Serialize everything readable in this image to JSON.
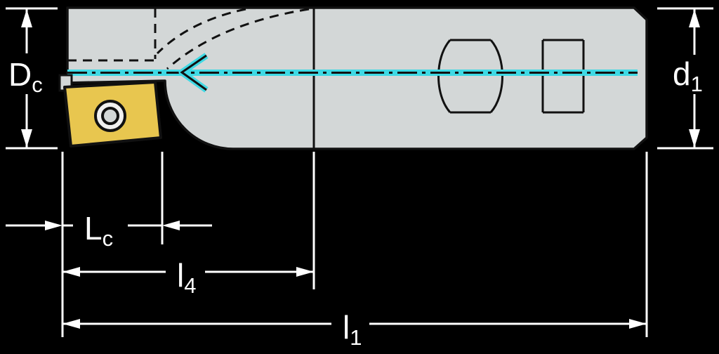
{
  "diagram_title": "milling-cutter-dimension-drawing",
  "labels": {
    "dc": {
      "main": "D",
      "sub": "c"
    },
    "d1": {
      "main": "d",
      "sub": "1"
    },
    "lc": {
      "main": "L",
      "sub": "c"
    },
    "l4": {
      "main": "l",
      "sub": "4"
    },
    "l1": {
      "main": "l",
      "sub": "1"
    }
  },
  "colors": {
    "background": "#000000",
    "body": "#d3d7d7",
    "insert": "#e8c64f",
    "coolant_line": "#3fd9e4",
    "outline": "#111111",
    "dimension": "#ffffff"
  }
}
